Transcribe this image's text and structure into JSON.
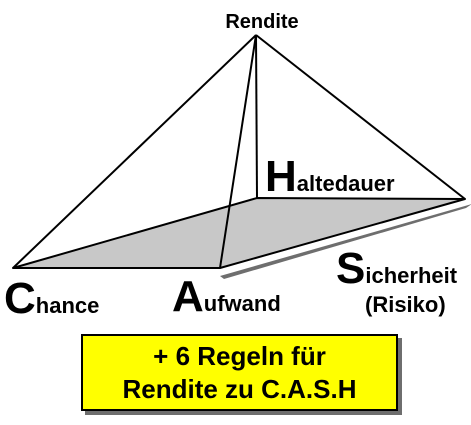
{
  "diagram": {
    "apex_label": "Rendite",
    "corners": {
      "back": {
        "initial": "H",
        "rest": "altedauer"
      },
      "right": {
        "initial": "S",
        "rest": "icherheit"
      },
      "left": {
        "initial": "C",
        "rest": "hance"
      },
      "front": {
        "initial": "A",
        "rest": "ufwand"
      }
    },
    "right_sub": "(Risiko)",
    "colors": {
      "base_fill": "#c8c8c8",
      "shadow": "#6e6e6e",
      "banner_fill": "#ffff00",
      "line": "#000000"
    }
  },
  "banner": {
    "line1": "+ 6 Regeln für",
    "line2": "Rendite zu C.A.S.H"
  }
}
